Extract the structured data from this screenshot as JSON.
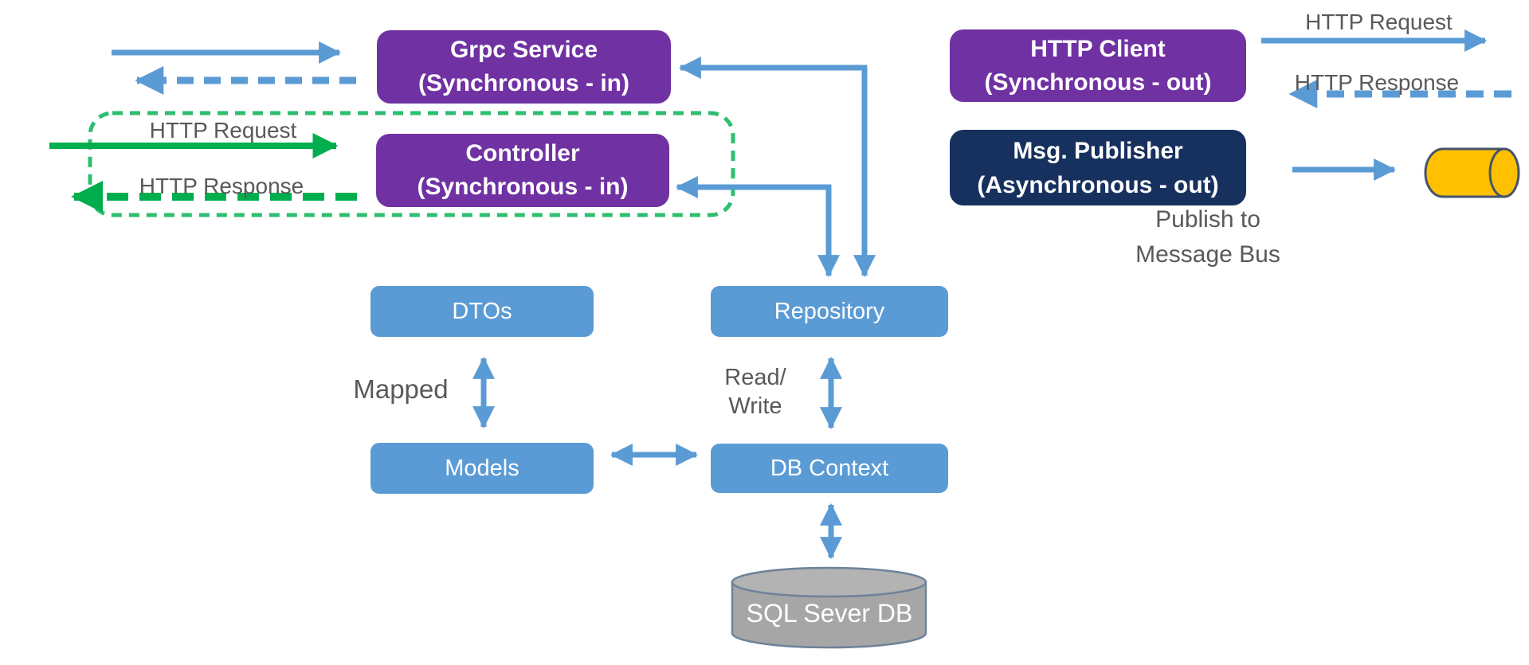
{
  "title": "Service Architecture Diagram",
  "colors": {
    "purple": "#7031A2",
    "navy": "#17315F",
    "blue": "#5B9BD5",
    "green": "#00AE4D",
    "green_light": "#2EBE71",
    "yellow": "#FFC000",
    "yellow_border": "#44546A",
    "cyl_fill": "#A6A6A6",
    "cyl_top": "#B3B3B3",
    "cyl_border": "#6E8298",
    "label_gray": "#595959",
    "text_white": "#FFFFFF",
    "bg": "#FFFFFF"
  },
  "nodes": {
    "grpc_service": {
      "title": "Grpc Service",
      "subtitle": "(Synchronous - in)"
    },
    "controller": {
      "title": "Controller",
      "subtitle": "(Synchronous - in)"
    },
    "http_client": {
      "title": "HTTP Client",
      "subtitle": "(Synchronous - out)"
    },
    "msg_publisher": {
      "title": "Msg. Publisher",
      "subtitle": "(Asynchronous - out)"
    },
    "dtos": {
      "label": "DTOs"
    },
    "repository": {
      "label": "Repository"
    },
    "models": {
      "label": "Models"
    },
    "db_context": {
      "label": "DB Context"
    },
    "sql_db": {
      "label": "SQL Sever DB"
    }
  },
  "labels": {
    "http_request_left": "HTTP Request",
    "http_response_left": "HTTP Response",
    "http_request_right": "HTTP Request",
    "http_response_right": "HTTP Response",
    "mapped": "Mapped",
    "read_write_1": "Read/",
    "read_write_2": "Write",
    "publish_1": "Publish to",
    "publish_2": "Message Bus"
  }
}
